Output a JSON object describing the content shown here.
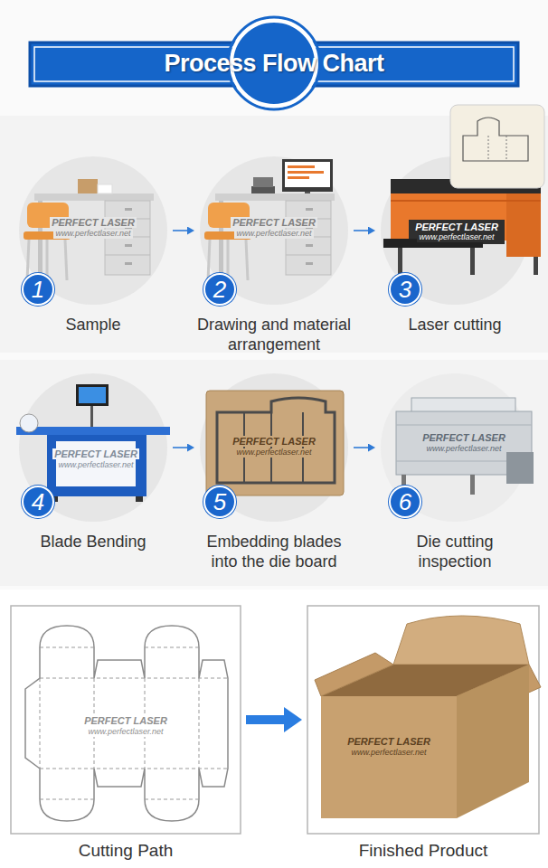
{
  "diagram": {
    "title": "Process Flow Chart",
    "nodes": [
      {
        "text": [
          "Sample"
        ]
      },
      {
        "text": [
          "1"
        ],
        "in": 0
      },
      {
        "text": [
          "Drawing and material arrangement"
        ]
      },
      {
        "text": [
          "2"
        ],
        "in": 2
      },
      {
        "text": [
          "Laser cutting"
        ]
      },
      {
        "text": [
          "3"
        ],
        "in": 4
      },
      {
        "text": [
          "Blade Bending"
        ]
      },
      {
        "text": [
          "4"
        ],
        "in": 6
      },
      {
        "text": [
          "Embedding blades into the die board"
        ]
      },
      {
        "text": [
          "5"
        ],
        "in": 8
      },
      {
        "text": [
          "Die cutting inspection"
        ]
      },
      {
        "text": [
          "6"
        ],
        "in": 10
      },
      {
        "text": [
          "Cutting Path"
        ]
      },
      {
        "text": [
          "Finished Product"
        ]
      }
    ],
    "edges": [
      {
        "from": 0,
        "to": 2,
        "arrow": "to"
      },
      {
        "from": 2,
        "to": 4,
        "arrow": "to"
      },
      {
        "from": 6,
        "to": 8,
        "arrow": "to"
      },
      {
        "from": 8,
        "to": 10,
        "arrow": "to"
      },
      {
        "from": 12,
        "to": 13,
        "arrow": "to"
      }
    ],
    "labels": [
      "PERFECT LASER",
      "www.perfectlaser.net",
      "PERFECT LASER",
      "www.perfectlaser.net",
      "PERFECT LASER",
      "www.perfectlaser.net",
      "PERFECT LASER",
      "www.perfectlaser.net",
      "PERFECT LASER",
      "www.perfectlaser.net",
      "PERFECT LASER",
      "www.perfectlaser.net",
      "PERFECT LASER",
      "www.perfectlaser.net",
      "PERFECT LASER",
      "www.perfectlaser.net"
    ]
  }
}
